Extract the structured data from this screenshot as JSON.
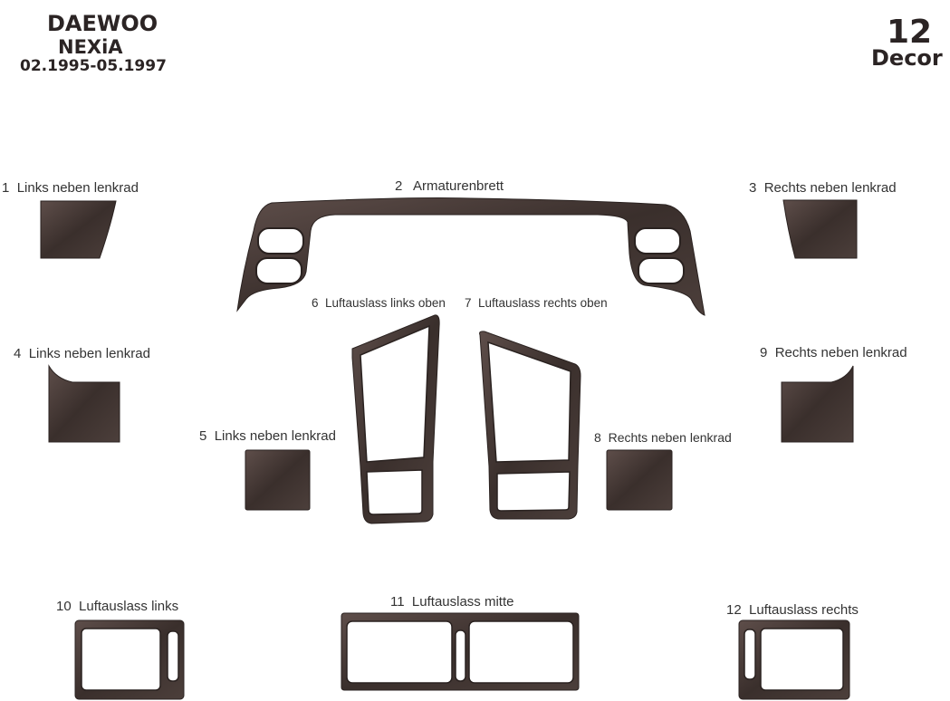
{
  "header": {
    "brand": "DAEWOO",
    "model": "NEXiA",
    "years": "02.1995-05.1997",
    "count": "12",
    "count_label": "Decor"
  },
  "colors": {
    "wood_dark": "#3a2f2c",
    "wood_mid": "#5a4b47",
    "wood_light": "#7a6a66",
    "background": "#ffffff"
  },
  "parts": [
    {
      "number": "1",
      "label": "Links neben lenkrad"
    },
    {
      "number": "2",
      "label": "Armaturenbrett"
    },
    {
      "number": "3",
      "label": "Rechts neben lenkrad"
    },
    {
      "number": "4",
      "label": "Links neben lenkrad"
    },
    {
      "number": "5",
      "label": "Links neben lenkrad"
    },
    {
      "number": "6",
      "label": "Luftauslass links oben"
    },
    {
      "number": "7",
      "label": "Luftauslass rechts oben"
    },
    {
      "number": "8",
      "label": "Rechts neben lenkrad"
    },
    {
      "number": "9",
      "label": "Rechts neben lenkrad"
    },
    {
      "number": "10",
      "label": "Luftauslass links"
    },
    {
      "number": "11",
      "label": "Luftauslass mitte"
    },
    {
      "number": "12",
      "label": "Luftauslass  rechts"
    }
  ]
}
